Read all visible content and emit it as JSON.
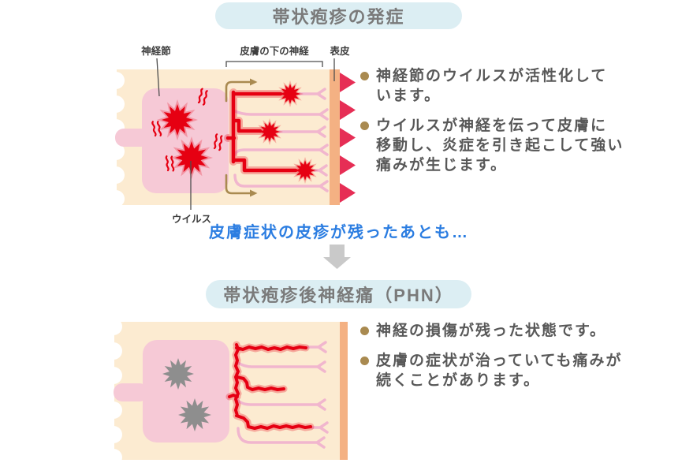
{
  "colors": {
    "page_bg": "#ffffff",
    "title_pill_bg": "#dceef3",
    "title_text": "#7a7a7a",
    "skin": "#fcebd1",
    "ganglion_pink": "#f6c9d6",
    "nerve_pink": "#f1b6ce",
    "virus_red": "#e60012",
    "virus_gray": "#8e8e8e",
    "rash_red": "#e62e55",
    "epidermis": "#f4b183",
    "gold": "#a98a50",
    "body_text": "#585858",
    "label_text": "#3f3f3f",
    "lead_blue": "#2b7de1",
    "gray_arrow": "#c9c9c9"
  },
  "section1": {
    "title": "帯状疱疹の発症",
    "labels": {
      "ganglion": "神経節",
      "nerve_under_skin": "皮膚の下の神経",
      "epidermis": "表皮",
      "virus": "ウイルス"
    },
    "bullets": [
      {
        "lines": [
          "神経節のウイルスが活性化して",
          "います。"
        ]
      },
      {
        "lines": [
          "ウイルスが神経を伝って皮膚に",
          "移動し、炎症を引き起こして強い",
          "痛みが生じます。"
        ]
      }
    ]
  },
  "transition": {
    "lead_text": "皮膚症状の皮疹が残ったあとも…",
    "arrow_icon": "down-arrow"
  },
  "section2": {
    "title": "帯状疱疹後神経痛（PHN）",
    "bullets": [
      {
        "lines": [
          "神経の損傷が残った状態です。"
        ]
      },
      {
        "lines": [
          "皮膚の症状が治っていても痛みが",
          "続くことがあります。"
        ]
      }
    ]
  }
}
